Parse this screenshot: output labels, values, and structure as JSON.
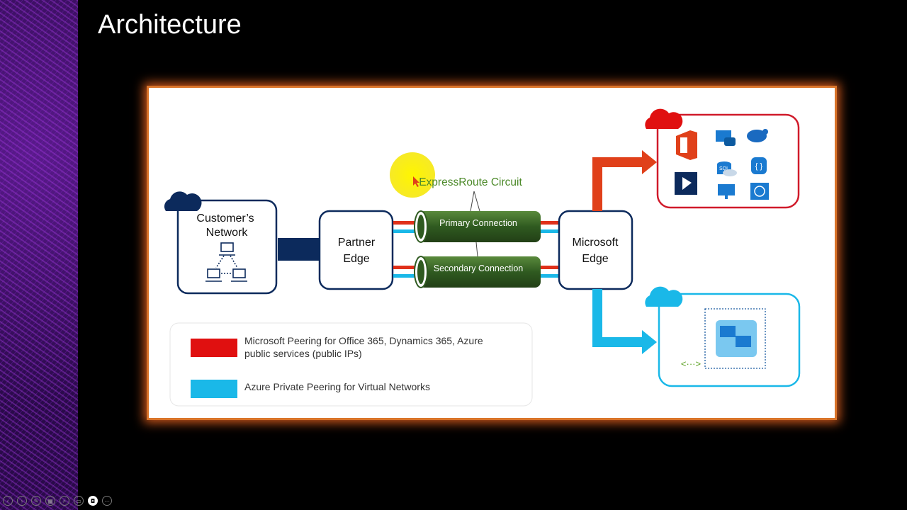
{
  "slide": {
    "title": "Architecture"
  },
  "diagram": {
    "customer_network": [
      "Customer’s",
      "Network"
    ],
    "partner_edge": [
      "Partner",
      "Edge"
    ],
    "microsoft_edge": [
      "Microsoft",
      "Edge"
    ],
    "circuit_label": "ExpressRoute Circuit",
    "primary_connection": "Primary Connection",
    "secondary_connection": "Secondary Connection",
    "sql_label": "SQL"
  },
  "legend": {
    "microsoft_peering": [
      "Microsoft Peering for Office 365, Dynamics 365, Azure",
      "public services (public IPs)"
    ],
    "private_peering": "Azure Private Peering for Virtual Networks"
  },
  "colors": {
    "red": "#e01010",
    "blue": "#1ab8e8",
    "navy": "#0c2a5c",
    "pipe": "#3d6b2a"
  },
  "controls": [
    "prev",
    "next",
    "pen",
    "slides",
    "zoom",
    "subtitles",
    "camera",
    "more"
  ]
}
